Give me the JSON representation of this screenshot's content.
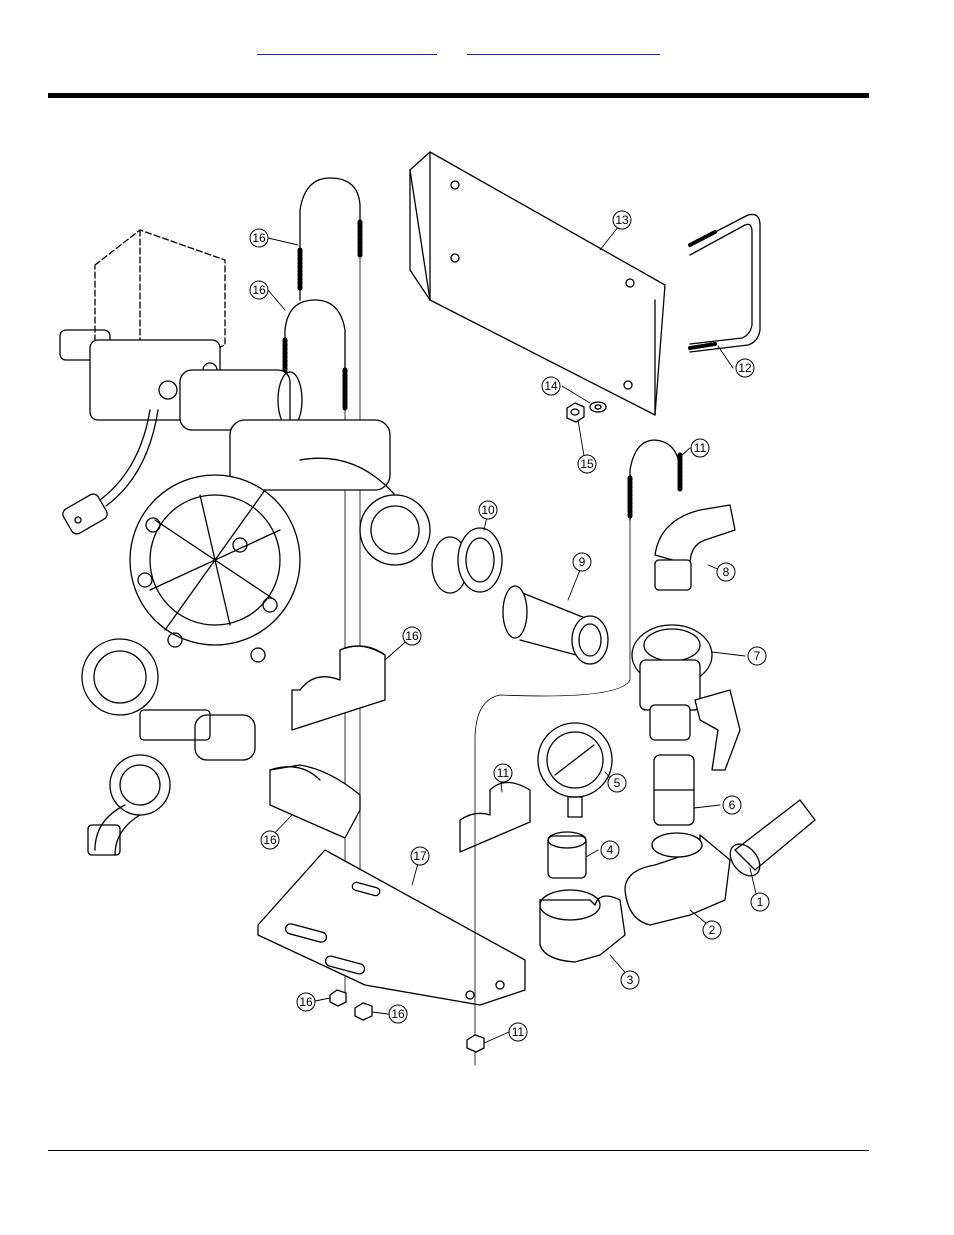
{
  "header": {
    "link_a": "",
    "link_b": ""
  },
  "callouts": [
    {
      "id": "c1",
      "label": "1"
    },
    {
      "id": "c2",
      "label": "2"
    },
    {
      "id": "c3",
      "label": "3"
    },
    {
      "id": "c4",
      "label": "4"
    },
    {
      "id": "c5",
      "label": "5"
    },
    {
      "id": "c6",
      "label": "6"
    },
    {
      "id": "c7",
      "label": "7"
    },
    {
      "id": "c8",
      "label": "8"
    },
    {
      "id": "c9",
      "label": "9"
    },
    {
      "id": "c10",
      "label": "10"
    },
    {
      "id": "c11a",
      "label": "11"
    },
    {
      "id": "c11b",
      "label": "11"
    },
    {
      "id": "c11c",
      "label": "11"
    },
    {
      "id": "c12",
      "label": "12"
    },
    {
      "id": "c13",
      "label": "13"
    },
    {
      "id": "c14",
      "label": "14"
    },
    {
      "id": "c15",
      "label": "15"
    },
    {
      "id": "c16a",
      "label": "16"
    },
    {
      "id": "c16b",
      "label": "16"
    },
    {
      "id": "c16c",
      "label": "16"
    },
    {
      "id": "c16d",
      "label": "16"
    },
    {
      "id": "c16e",
      "label": "16"
    },
    {
      "id": "c16f",
      "label": "16"
    },
    {
      "id": "c17",
      "label": "17"
    }
  ]
}
